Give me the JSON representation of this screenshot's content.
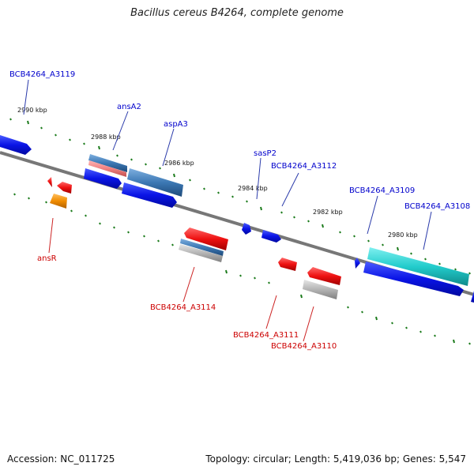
{
  "title": "Bacillus cereus B4264, complete genome",
  "footer": {
    "accession": "Accession: NC_011725",
    "info": "Topology: circular; Length: 5,419,036 bp; Genes: 5,547"
  },
  "colors": {
    "backbone": "#777777",
    "tick": "#1a7a1a",
    "label_forward": "#0000cc",
    "label_reverse": "#cc0000",
    "gene_blue": "#0a14e6",
    "gene_steel": "#3c78b4",
    "gene_red": "#ee1111",
    "gene_cyan": "#22cccc",
    "gene_orange": "#f08c00",
    "gene_pink": "#f08080",
    "gene_gray": "#b4b4b4"
  },
  "kbp_labels": [
    "2990 kbp",
    "2988 kbp",
    "2986 kbp",
    "2984 kbp",
    "2982 kbp",
    "2980 kbp"
  ],
  "gene_labels": {
    "forward": [
      "BCB4264_A3119",
      "ansA2",
      "aspA3",
      "sasP2",
      "BCB4264_A3112",
      "BCB4264_A3109",
      "BCB4264_A3108"
    ],
    "reverse": [
      "ansR",
      "BCB4264_A3114",
      "BCB4264_A3111",
      "BCB4264_A3110"
    ]
  }
}
